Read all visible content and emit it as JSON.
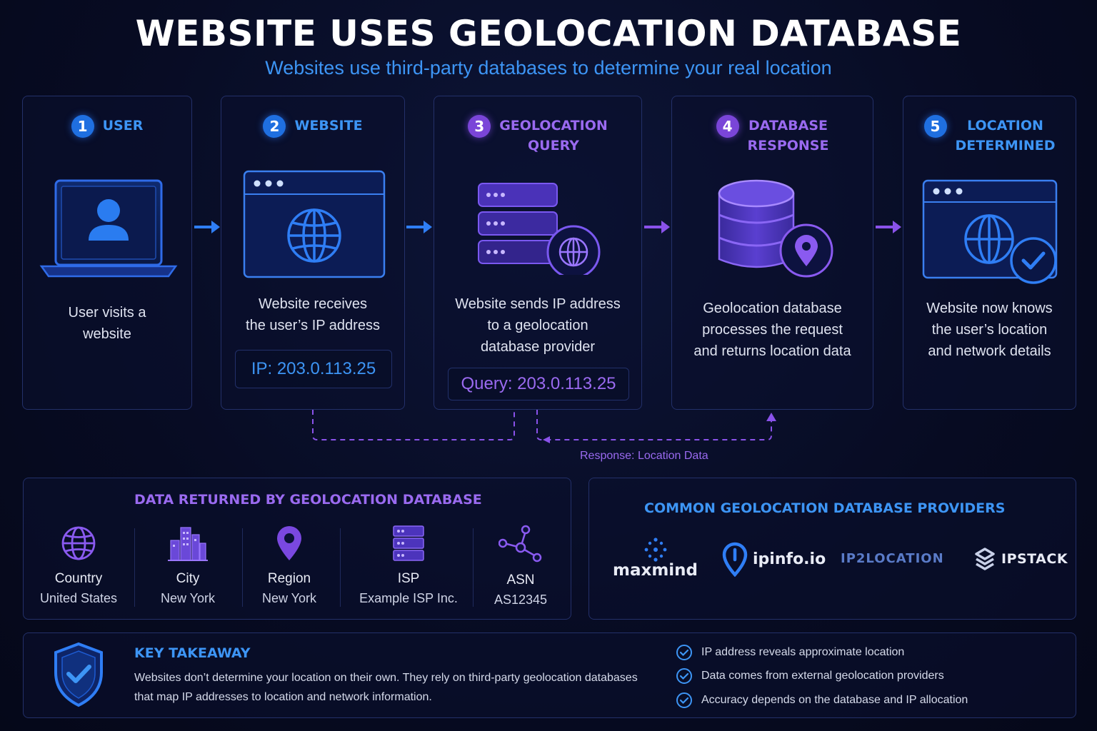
{
  "header": {
    "title": "WEBSITE USES GEOLOCATION DATABASE",
    "subtitle": "Websites use third-party databases to determine your real location"
  },
  "steps": [
    {
      "num": "1",
      "label_lines": [
        "USER"
      ],
      "desc_lines": [
        "User visits a",
        "website"
      ],
      "icon": "laptop-user-icon"
    },
    {
      "num": "2",
      "label_lines": [
        "WEBSITE"
      ],
      "desc_lines": [
        "Website receives",
        "the user’s IP address"
      ],
      "box": "IP: 203.0.113.25",
      "icon": "browser-globe-icon"
    },
    {
      "num": "3",
      "label_lines": [
        "GEOLOCATION",
        "QUERY"
      ],
      "desc_lines": [
        "Website sends IP address",
        "to a geolocation",
        "database provider"
      ],
      "box": "Query: 203.0.113.25",
      "icon": "server-globe-icon"
    },
    {
      "num": "4",
      "label_lines": [
        "DATABASE",
        "RESPONSE"
      ],
      "desc_lines": [
        "Geolocation database",
        "processes the request",
        "and returns location data"
      ],
      "icon": "database-pin-icon"
    },
    {
      "num": "5",
      "label_lines": [
        "LOCATION",
        "DETERMINED"
      ],
      "desc_lines": [
        "Website now knows",
        "the user’s location",
        "and network details"
      ],
      "icon": "browser-check-icon"
    }
  ],
  "flow": {
    "response_label": "Response: Location Data"
  },
  "data_returned": {
    "title": "DATA RETURNED BY GEOLOCATION DATABASE",
    "items": [
      {
        "label": "Country",
        "value": "United States",
        "icon": "globe-icon"
      },
      {
        "label": "City",
        "value": "New York",
        "icon": "city-buildings-icon"
      },
      {
        "label": "Region",
        "value": "New York",
        "icon": "map-pin-icon"
      },
      {
        "label": "ISP",
        "value": "Example ISP Inc.",
        "icon": "server-stack-icon"
      },
      {
        "label": "ASN",
        "value": "AS12345",
        "icon": "network-nodes-icon"
      }
    ]
  },
  "providers": {
    "title": "COMMON GEOLOCATION DATABASE PROVIDERS",
    "items": [
      {
        "name": "maxmind",
        "icon": "maxmind-logo"
      },
      {
        "name": "ipinfo.io",
        "icon": "ipinfo-logo"
      },
      {
        "name": "IP2LOCATION",
        "icon": "ip2location-logo"
      },
      {
        "name": "IPSTACK",
        "icon": "ipstack-logo"
      }
    ]
  },
  "takeaway": {
    "title": "KEY TAKEAWAY",
    "text_lines": [
      "Websites don’t determine your location on their own. They rely on third-party geolocation databases",
      "that map IP addresses to location and network information."
    ],
    "checks": [
      "IP address reveals approximate location",
      "Data comes from external geolocation providers",
      "Accuracy depends on the database and IP allocation"
    ],
    "icon": "shield-check-icon"
  },
  "colors": {
    "blue": "#3d95f5",
    "purple": "#9a6af0",
    "background": "#070b22",
    "border": "#233069"
  }
}
